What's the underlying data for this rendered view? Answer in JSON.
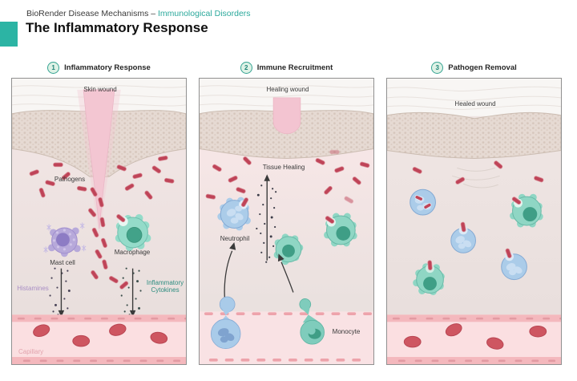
{
  "header": {
    "eyebrow_prefix": "BioRender Disease Mechanisms – ",
    "eyebrow_link": "Immunological Disorders",
    "title": "The Inflammatory Response"
  },
  "panels": [
    {
      "number": "1",
      "title": "Inflammatory Response",
      "labels": {
        "wound": "Skin wound",
        "pathogens": "Pathogens",
        "mast_cell": "Mast cell",
        "macrophage": "Macrophage",
        "histamines": "Histamines",
        "cytokines": "Inflammatory Cytokines",
        "capillary": "Capillary"
      }
    },
    {
      "number": "2",
      "title": "Immune Recruitment",
      "labels": {
        "wound": "Healing wound",
        "tissue_healing": "Tissue Healing",
        "neutrophil": "Neutrophil",
        "monocyte": "Monocyte"
      }
    },
    {
      "number": "3",
      "title": "Pathogen Removal",
      "labels": {
        "wound": "Healed wound"
      }
    }
  ],
  "colors": {
    "accent_teal": "#2cb4a4",
    "link_teal": "#2aa89b",
    "histamine_purple": "#a98fc5",
    "cytokine_teal": "#2e8d80",
    "capillary_label_pink": "#e2a3ad",
    "pathogen_red": "#bf4458",
    "macrophage_teal": "#93dbc9",
    "neutrophil_blue": "#abcce9",
    "mast_cell_purple": "#b7a9da",
    "rbc_red": "#ce5661"
  }
}
